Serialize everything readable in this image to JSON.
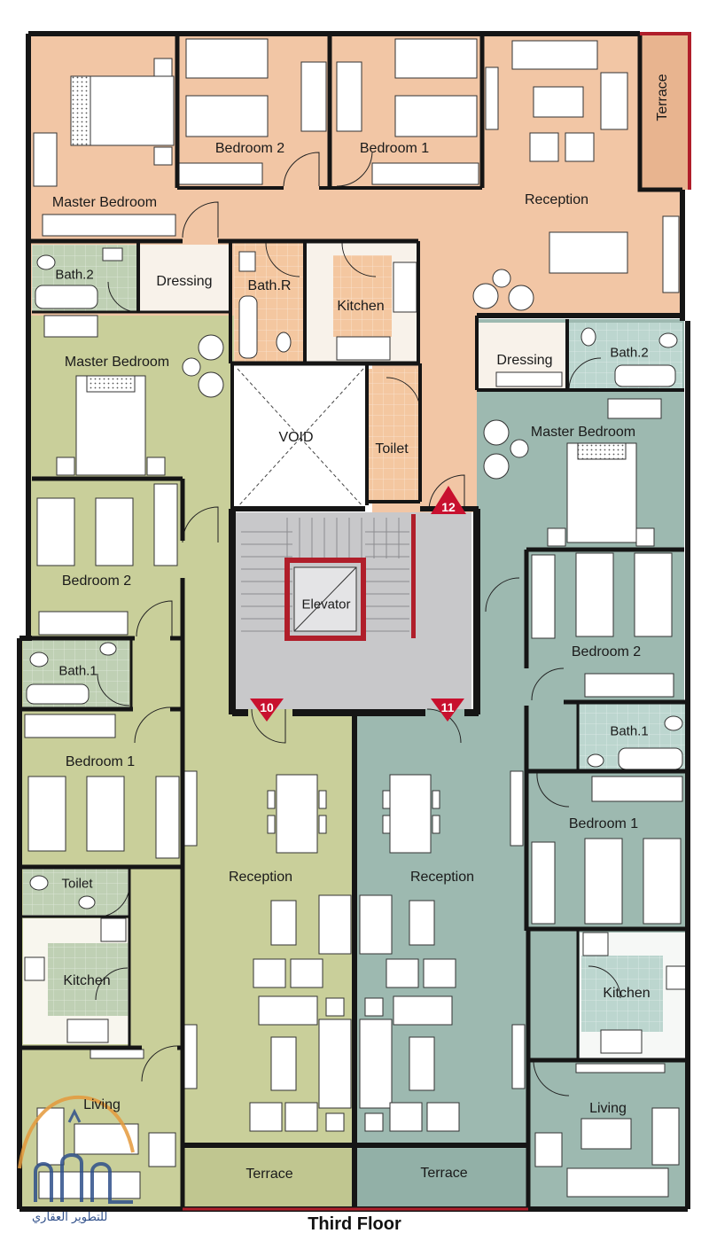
{
  "title": "Third Floor",
  "colors": {
    "apt_top": "#f2c6a5",
    "apt_left": "#c9cf9a",
    "apt_right": "#9db9b0",
    "core": "#c8c8ca",
    "wall": "#151515",
    "accent": "#b01e2a",
    "bath": "#bfd0b4"
  },
  "rooms": {
    "top_master_bedroom": "Master Bedroom",
    "top_bedroom2": "Bedroom 2",
    "top_bedroom1": "Bedroom 1",
    "top_reception": "Reception",
    "top_terrace": "Terrace",
    "top_bath2": "Bath.2",
    "top_dressing": "Dressing",
    "top_bathr": "Bath.R",
    "top_kitchen": "Kitchen",
    "void": "VOID",
    "core_toilet": "Toilet",
    "elevator": "Elevator",
    "left_master_bedroom": "Master Bedroom",
    "left_bedroom2": "Bedroom 2",
    "left_bath1": "Bath.1",
    "left_bedroom1": "Bedroom 1",
    "left_toilet": "Toilet",
    "left_kitchen": "Kitchen",
    "left_living": "Living",
    "left_reception": "Reception",
    "left_terrace": "Terrace",
    "right_dressing": "Dressing",
    "right_bath2": "Bath.2",
    "right_master_bedroom": "Master Bedroom",
    "right_bedroom2": "Bedroom 2",
    "right_bath1": "Bath.1",
    "right_bedroom1": "Bedroom 1",
    "right_kitchen": "Kitchen",
    "right_living": "Living",
    "right_reception": "Reception",
    "right_terrace": "Terrace"
  },
  "units": {
    "u12": "12",
    "u10": "10",
    "u11": "11"
  },
  "logo": {
    "arabic_text": "للتطوير العقاري",
    "mark_icon": "brand-logo-icon"
  }
}
